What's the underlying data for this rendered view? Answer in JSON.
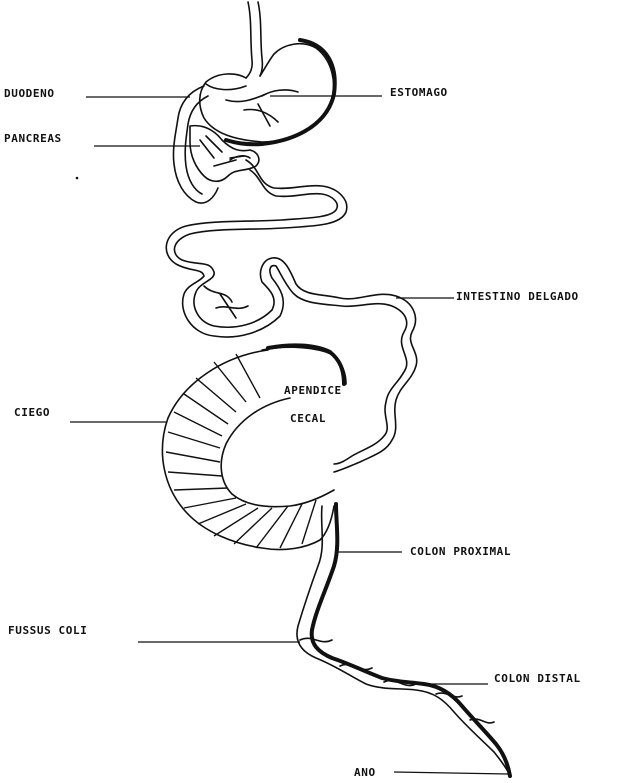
{
  "diagram": {
    "labels": {
      "duodeno": "DUODENO",
      "estomago": "ESTOMAGO",
      "pancreas": "PANCREAS",
      "intestino_delgado": "INTESTINO DELGADO",
      "apendice_1": "APENDICE",
      "apendice_2": "CECAL",
      "ciego": "CIEGO",
      "colon_proximal": "COLON PROXIMAL",
      "fussus_coli": "FUSSUS COLI",
      "colon_distal": "COLON DISTAL",
      "ano": "ANO"
    }
  }
}
